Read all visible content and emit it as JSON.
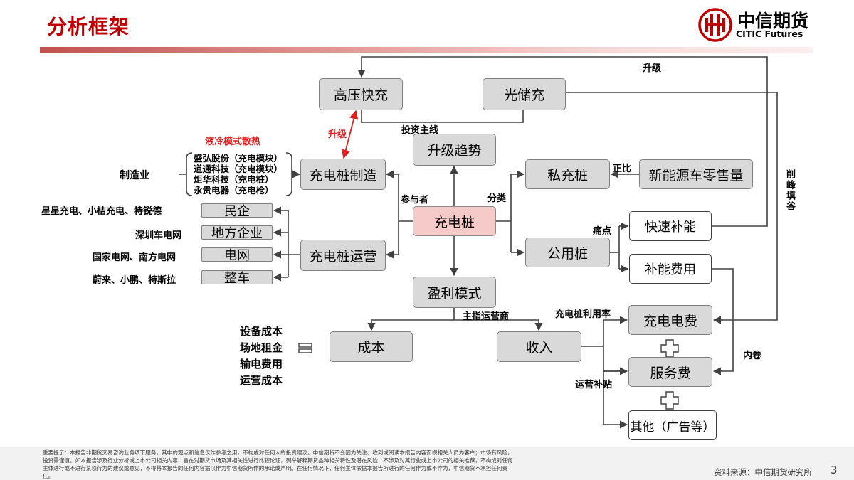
{
  "header": {
    "title": "分析框架",
    "logo_cn": "中信期货",
    "logo_en": "CITIC Futures"
  },
  "nodes": {
    "gaoya": "高压快充",
    "guangchu": "光储充",
    "trend": "升级趋势",
    "zhizao": "充电桩制造",
    "yunying": "充电桩运营",
    "center": "充电桩",
    "sichong": "私充桩",
    "gongyong": "公用桩",
    "xinnengyuan": "新能源车零售量",
    "kuaisu": "快速补能",
    "buneng_fee": "补能费用",
    "profit": "盈利模式",
    "cost": "成本",
    "income": "收入",
    "dianfei": "充电电费",
    "fuwufei": "服务费",
    "other": "其他（广告等）",
    "minqi": "民企",
    "difang": "地方企业",
    "dianwang": "电网",
    "zhengche": "整车"
  },
  "labels": {
    "upgrade_top": "升级",
    "upgrade_red": "升级",
    "liquid_cooling": "液冷模式散热",
    "invest_main": "投资主线",
    "participants": "参与者",
    "classify": "分类",
    "ratio": "正比",
    "pain": "痛点",
    "peak": "削峰填谷",
    "main_operator": "主指运营商",
    "utilization": "充电桩利用率",
    "involution": "内卷",
    "subsidy": "运营补贴",
    "manufacturing": "制造业",
    "equals": "="
  },
  "companies": [
    "盛弘股份（充电模块）",
    "道通科技（充电模块）",
    "炬华科技（充电桩）",
    "永贵电器（充电枪）"
  ],
  "operators": {
    "minqi_names": "星星充电、小桔充电、特锐德",
    "difang_names": "深圳车电网",
    "dianwang_names": "国家电网、南方电网",
    "zhengche_names": "蔚来、小鹏、特斯拉"
  },
  "cost_items": [
    "设备成本",
    "场地租金",
    "输电费用",
    "运营成本"
  ],
  "footer": {
    "disclaimer": "重要提示：本报告非期货交易咨询业务项下服务，其中的观点和信息仅作参考之用，不构成对任何人的投资建议。中信期货不会因为关注、收到或阅读本报告内容而视相关人员为客户；市场有风险，投资需谨慎。如本报告涉及行业分析或上市公司相关内容，旨在对期货市场及其相关性进行比较论证，列举解释期货品种相关特性及潜在风险，不涉及对其行业或上市公司的相关推荐，不构成对任何主体进行或不进行某项行为的建议或意见，不得将本报告的任何内容据以作为中信期货所作的承诺或声明。在任何情况下，任何主体依据本报告所进行的任何作为或不作为，中信期货不承担任何责任。",
    "source": "资料来源：中信期货研究所",
    "page": "3"
  },
  "colors": {
    "brand_red": "#c00000",
    "box_gray": "#d9d9d9",
    "center_pink": "#f7caca",
    "arrow_red": "#e02020"
  }
}
